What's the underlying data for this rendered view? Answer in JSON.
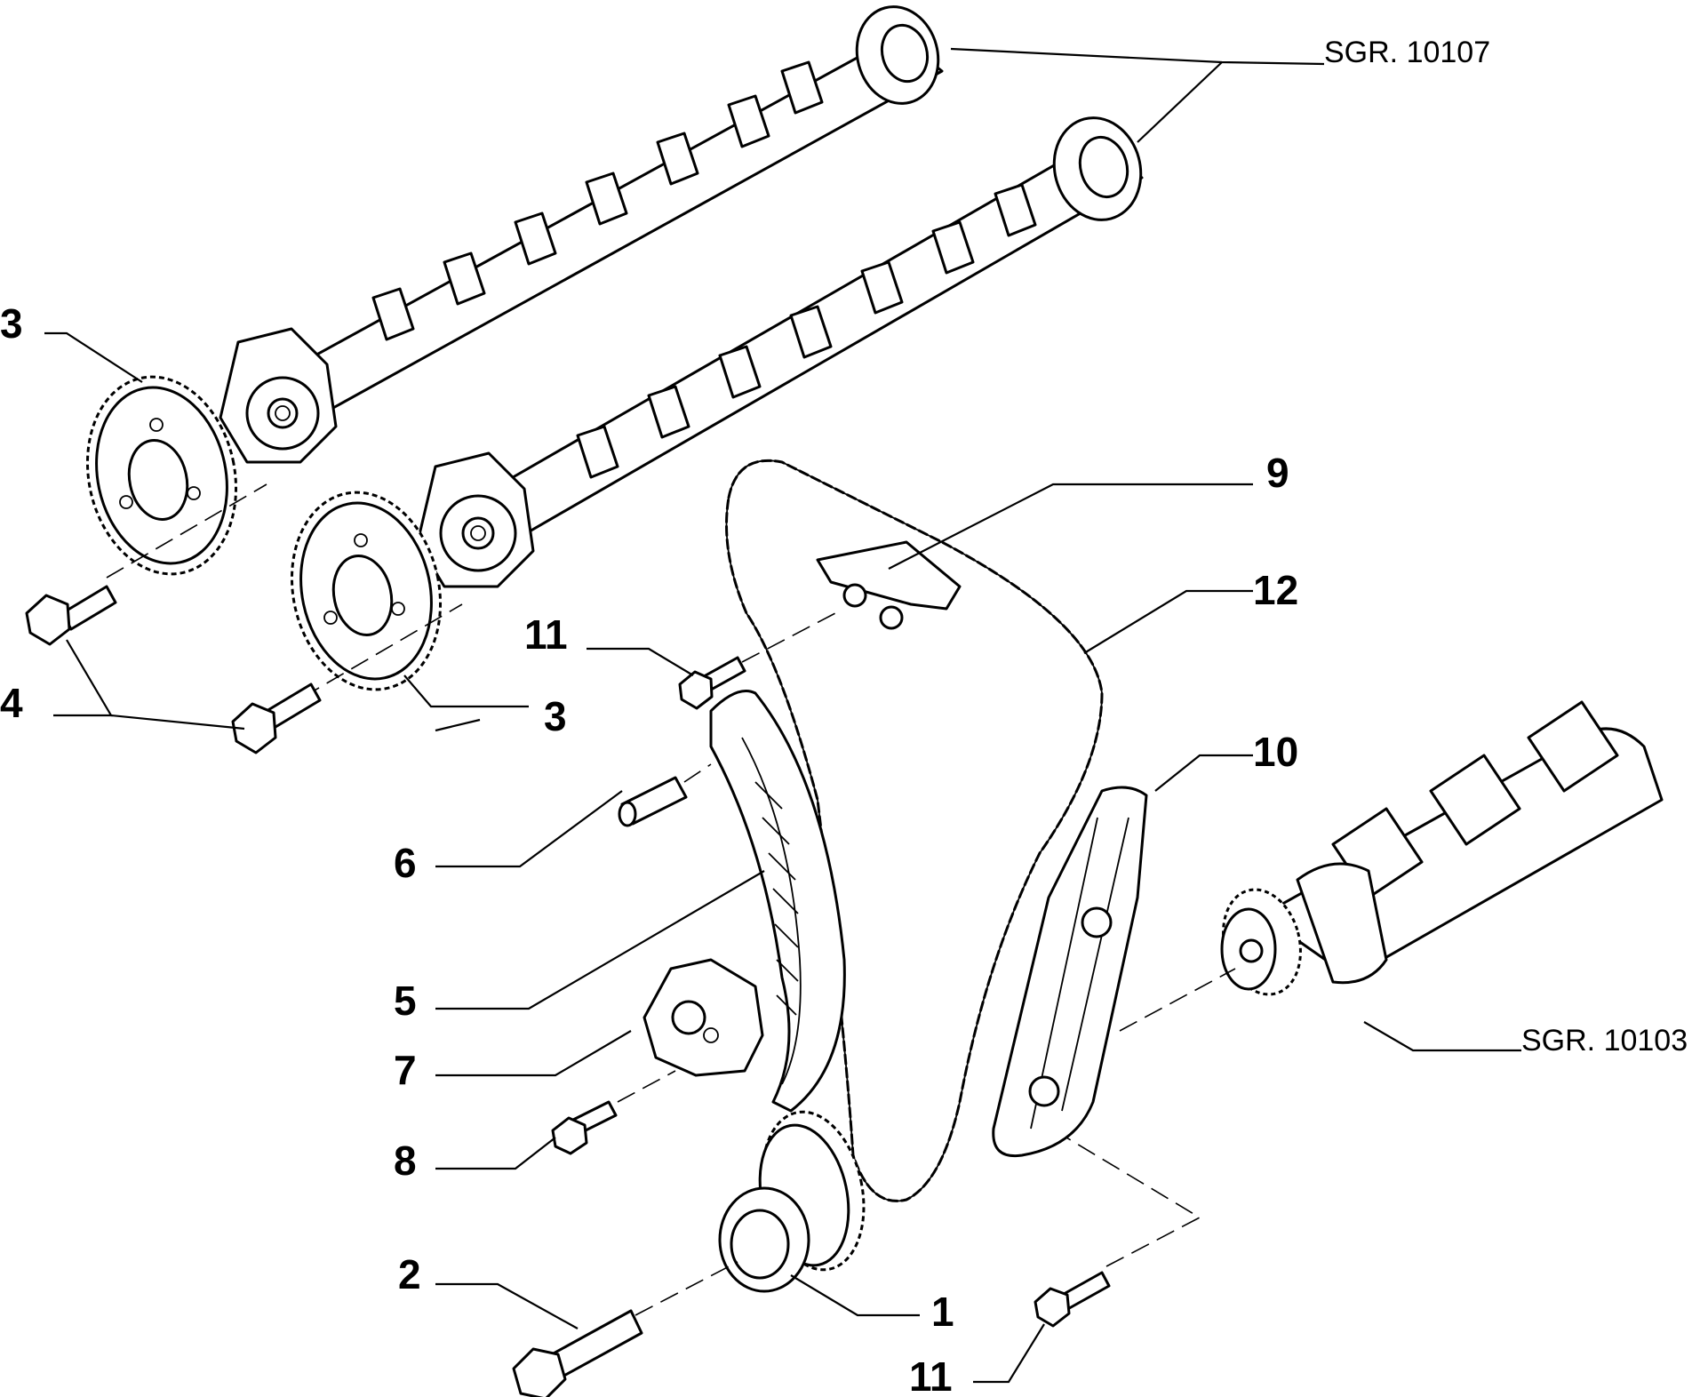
{
  "references": {
    "camshafts": "SGR. 10107",
    "crankshaft": "SGR. 10103"
  },
  "callouts": {
    "c1": "1",
    "c2": "2",
    "c3a": "3",
    "c3b": "3",
    "c4": "4",
    "c5": "5",
    "c6": "6",
    "c7": "7",
    "c8": "8",
    "c9": "9",
    "c10": "10",
    "c11a": "11",
    "c11b": "11",
    "c12": "12"
  }
}
